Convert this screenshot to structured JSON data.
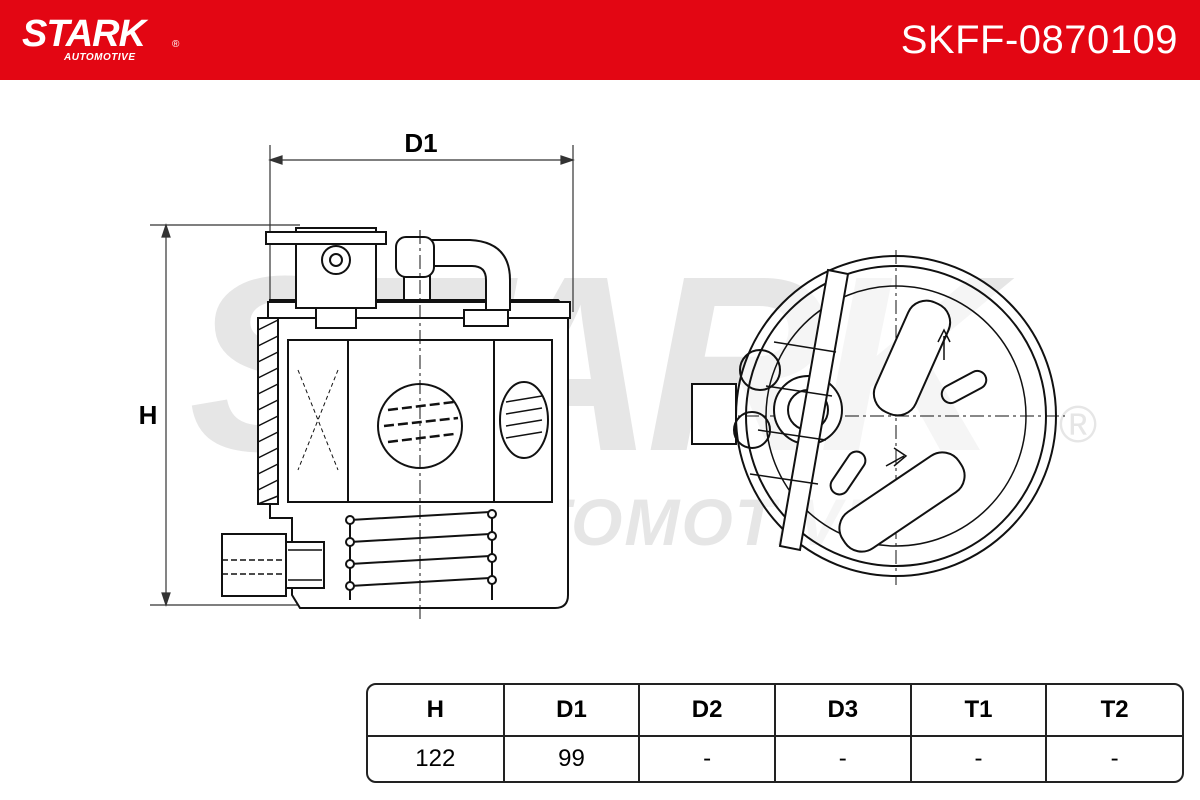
{
  "header": {
    "brand": "STARK",
    "brand_sub": "AUTOMOTIVE",
    "registered_mark": "®",
    "part_number": "SKFF-0870109",
    "background_color": "#e30613",
    "text_color": "#ffffff"
  },
  "watermark": {
    "text": "STARK",
    "sub_text": "AUTOMOTIVE",
    "registered_mark": "®",
    "color": "#e6e6e6"
  },
  "drawing": {
    "dimension_width_label": "D1",
    "dimension_height_label": "H"
  },
  "spec_table": {
    "headers": [
      "H",
      "D1",
      "D2",
      "D3",
      "T1",
      "T2"
    ],
    "values": [
      "122",
      "99",
      "-",
      "-",
      "-",
      "-"
    ]
  }
}
